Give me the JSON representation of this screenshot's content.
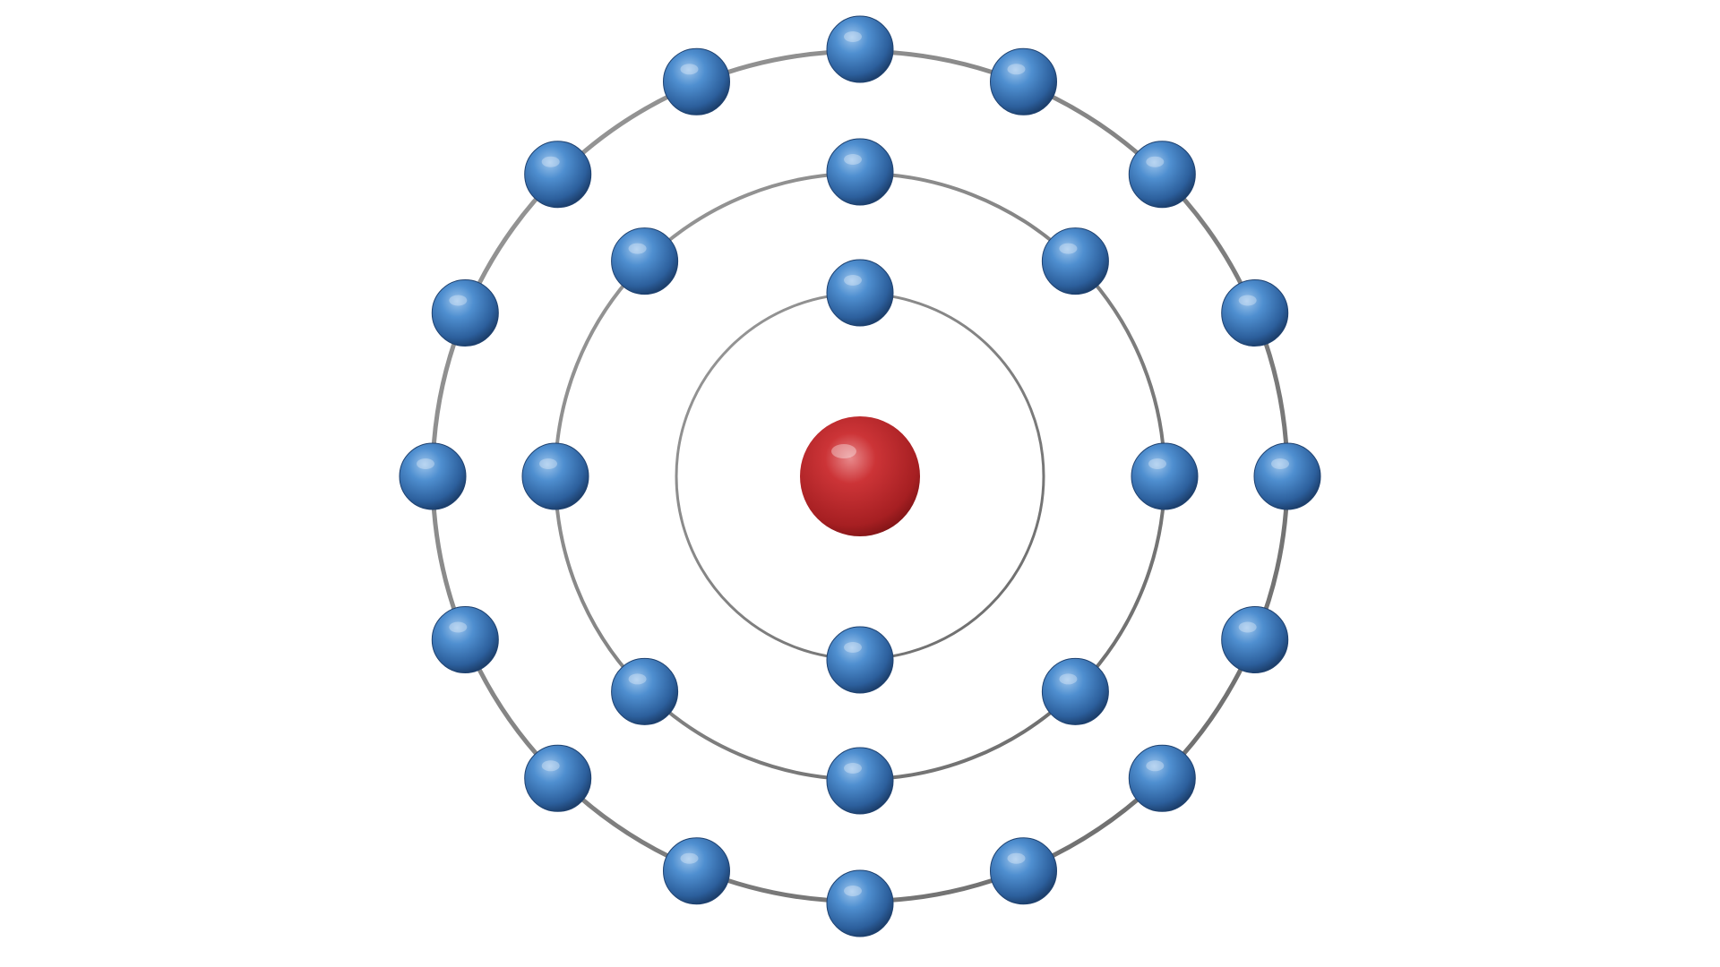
{
  "diagram": {
    "type": "bohr-model",
    "nucleus": {
      "count": 1,
      "color": "#c0282b"
    },
    "electron_color": "#3d7bbf",
    "orbit_color": "#808080",
    "background": "#ffffff",
    "shells": [
      {
        "electrons": 2
      },
      {
        "electrons": 8
      },
      {
        "electrons": 16
      }
    ]
  }
}
